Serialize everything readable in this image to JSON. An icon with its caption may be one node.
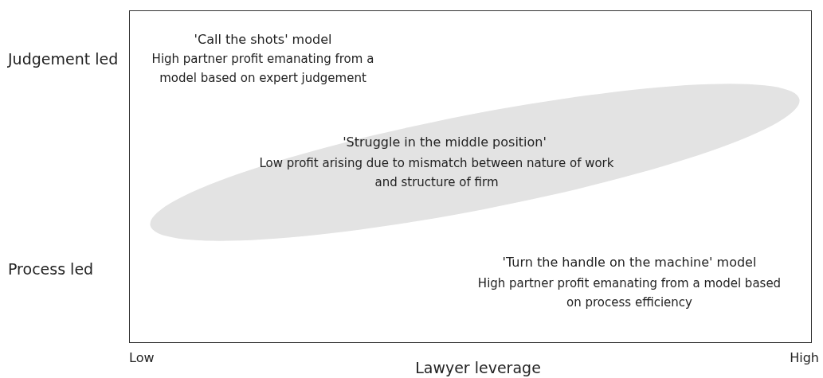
{
  "diagram": {
    "nodes": [
      {
        "text": [
          "'Struggle in the middle position'",
          "Low profit arising due to mismatch between nature of work and structure of firm"
        ]
      }
    ],
    "labels": [
      "Judgement led",
      "'Call the shots' model",
      "High partner profit emanating from a model based on expert judgement",
      "Process led",
      "'Turn the handle on the machine' model",
      "High partner profit emanating from a model based on process efficiency",
      "Low",
      "High",
      "Lawyer leverage"
    ]
  }
}
